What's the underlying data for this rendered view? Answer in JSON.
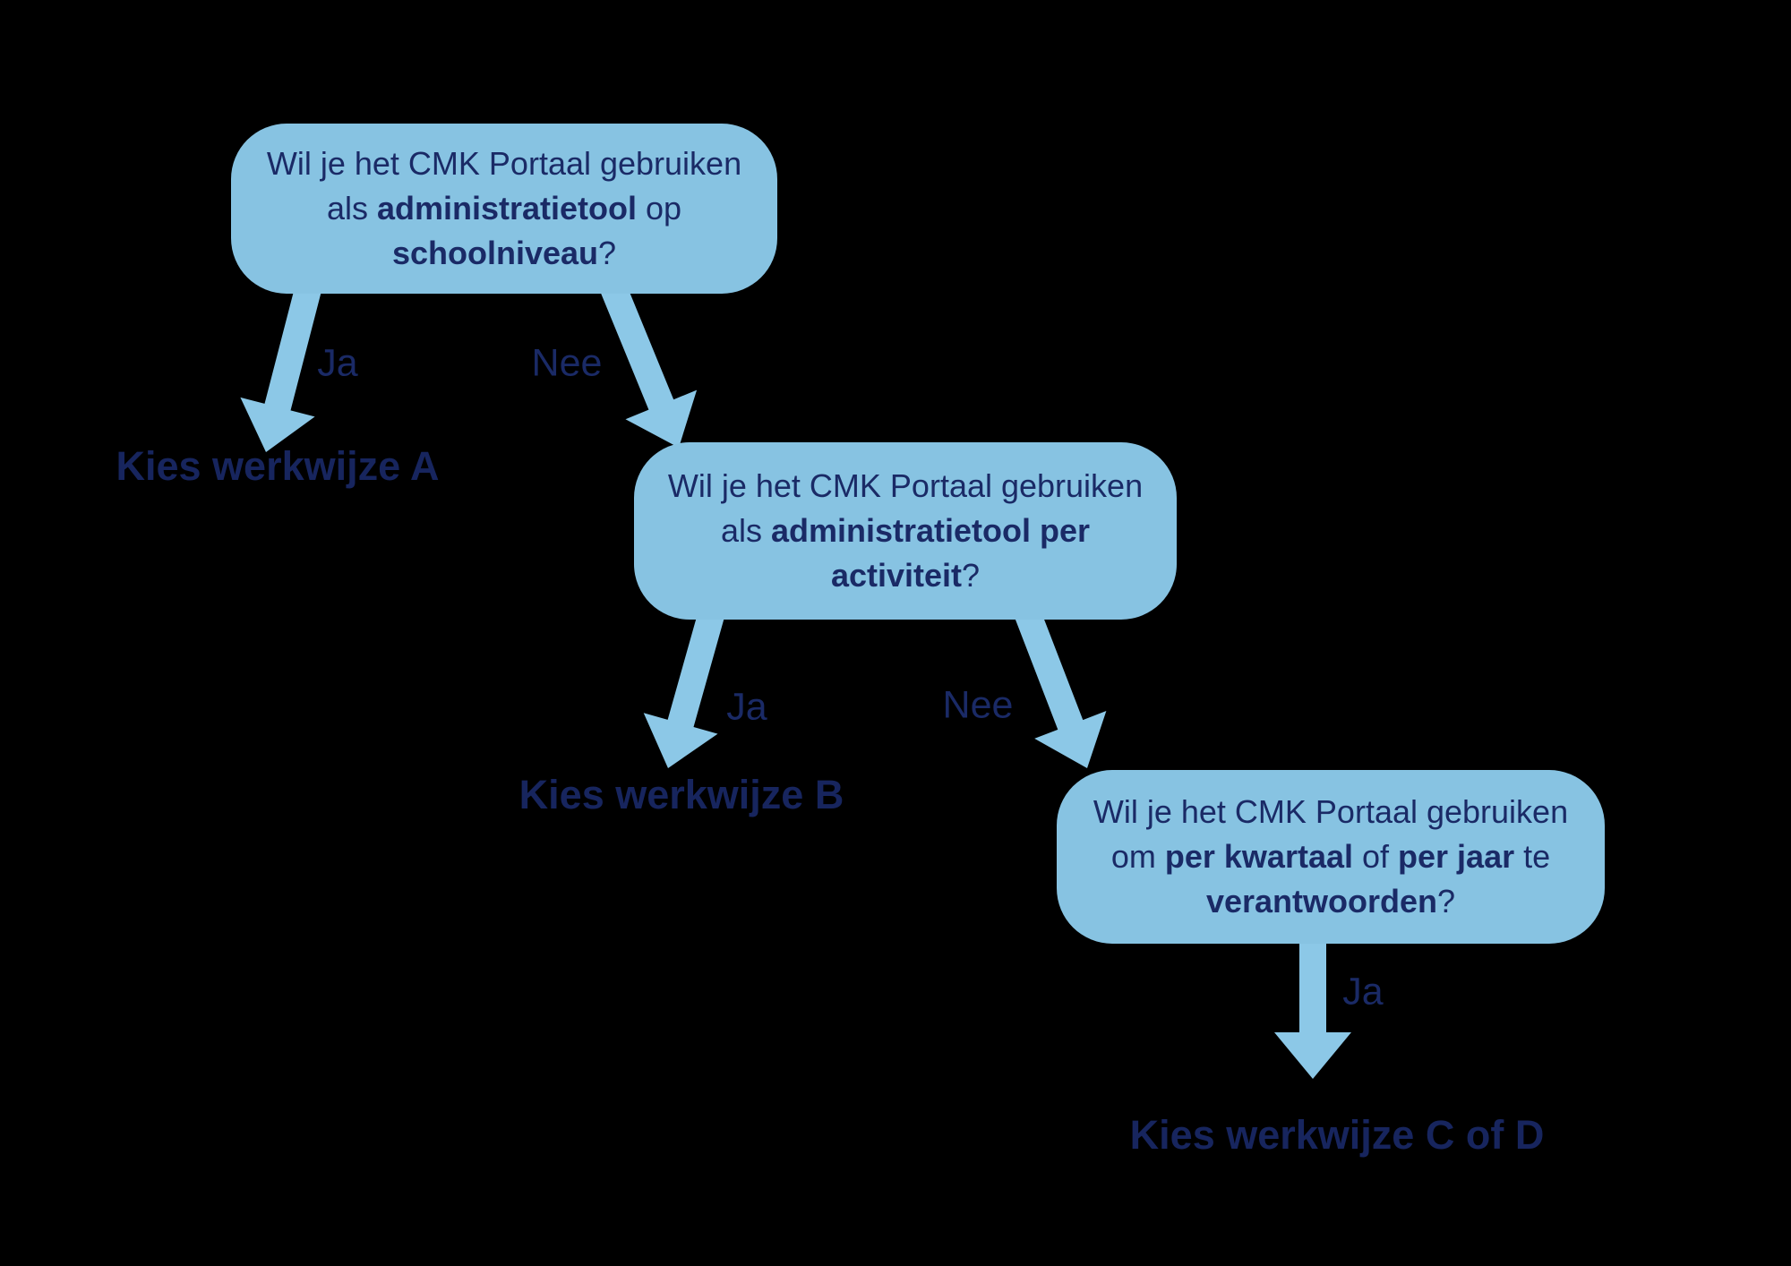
{
  "diagram": {
    "colors": {
      "background": "#000000",
      "node_fill": "#87C3E2",
      "arrow_fill": "#8CC8E7",
      "text_navy": "#1A2A66",
      "outcome_navy": "#17255E"
    },
    "nodes": [
      {
        "line1": "Wil je het CMK Portaal gebruiken",
        "l2_pre": "als ",
        "l2_b1": "administratietool",
        "l2_mid": "",
        "l2_b2": "",
        "l2_post": " op",
        "l3_b": "schoolniveau",
        "l3_post": "?"
      },
      {
        "line1": "Wil je het CMK Portaal gebruiken",
        "l2_pre": "als ",
        "l2_b1": "administratietool per",
        "l2_mid": "",
        "l2_b2": "",
        "l2_post": "",
        "l3_b": "activiteit",
        "l3_post": "?"
      },
      {
        "line1": "Wil je het CMK Portaal gebruiken",
        "l2_pre": "om ",
        "l2_b1": "per kwartaal",
        "l2_mid": " of ",
        "l2_b2": "per jaar",
        "l2_post": " te",
        "l3_b": "verantwoorden",
        "l3_post": "?"
      }
    ],
    "edges": [
      {
        "label": "Ja"
      },
      {
        "label": "Nee"
      },
      {
        "label": "Ja"
      },
      {
        "label": "Nee"
      },
      {
        "label": "Ja"
      }
    ],
    "outcomes": [
      {
        "label": "Kies werkwijze A"
      },
      {
        "label": "Kies werkwijze B"
      },
      {
        "label": "Kies werkwijze C of D"
      }
    ]
  }
}
